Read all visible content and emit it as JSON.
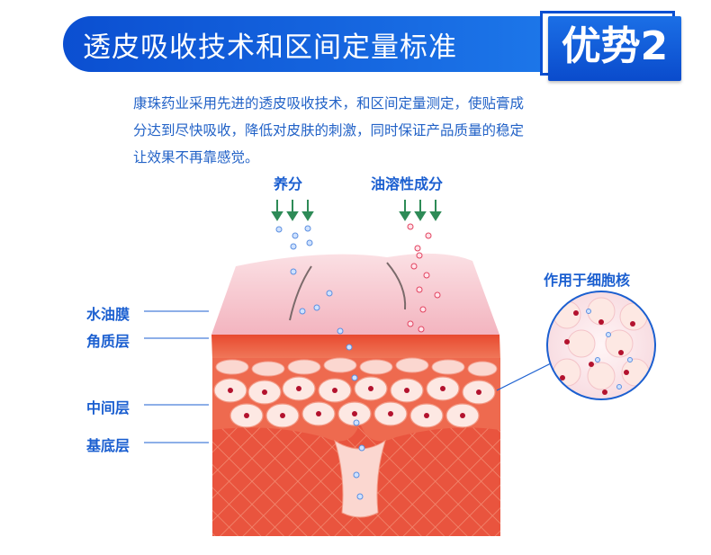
{
  "header": {
    "title": "透皮吸收技术和区间定量标准",
    "badge": "优势2"
  },
  "intro": {
    "lines": [
      "康珠药业采用先进的透皮吸收技术，和区间定量测定，使贴膏成",
      "分达到尽快吸收，降低对皮肤的刺激，同时保证产品质量的稳定",
      "让效果不再靠感觉。"
    ]
  },
  "diagram": {
    "inputs": {
      "nutrients": "养分",
      "oil_soluble": "油溶性成分"
    },
    "cell_target": "作用于细胞核",
    "layers": {
      "stratum": "水油膜",
      "keratin": "角质层",
      "middle": "中间层",
      "basal": "基底层"
    }
  },
  "colors": {
    "accent": "#1667e0",
    "text_blue": "#2262c7",
    "arrow_green": "#2e8b57",
    "skin_pink": "#f6c7cf",
    "skin_red": "#e8503d"
  }
}
